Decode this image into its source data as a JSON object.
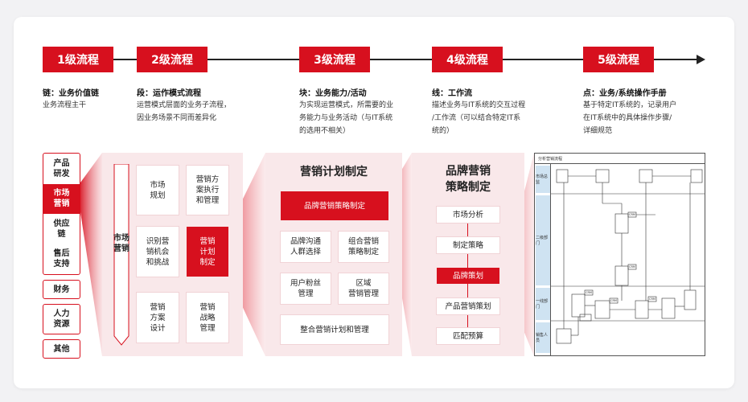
{
  "levels": [
    {
      "label": "1级流程",
      "title": "链：业务价值链",
      "desc": [
        "业务流程主干"
      ]
    },
    {
      "label": "2级流程",
      "title": "段：运作模式流程",
      "desc": [
        "运营模式层面的业务子流程，",
        "因业务场景不同而差异化"
      ]
    },
    {
      "label": "3级流程",
      "title": "块：业务能力/活动",
      "desc": [
        "为实现运营模式，所需要的业",
        "务能力与业务活动（与IT系统",
        "的选用不相关）"
      ]
    },
    {
      "label": "4级流程",
      "title": "线：工作流",
      "desc": [
        "描述业务与IT系统的交互过程",
        "/工作流（可以结合特定IT系",
        "统的）"
      ]
    },
    {
      "label": "5级流程",
      "title": "点：业务/系统操作手册",
      "desc": [
        "基于特定IT系统的，记录用户",
        "在IT系统中的具体操作步骤/",
        "详细规范"
      ]
    }
  ],
  "value_chain": {
    "group1": [
      "产品\n研发",
      "市场\n营销",
      "供应\n链",
      "售后\n支持"
    ],
    "group2": [
      "财务",
      "人力\n资源",
      "其他"
    ],
    "active": "市场\n营销"
  },
  "level2": {
    "vertical_label": "市场\n营销",
    "boxes": [
      "市场\n规划",
      "营销方\n案执行\n和管理",
      "识别营\n销机会\n和挑战",
      "营销\n计划\n制定",
      "营销\n方案\n设计",
      "营销\n战略\n管理"
    ],
    "active": "营销\n计划\n制定"
  },
  "level3": {
    "title": "营销计划制定",
    "active": "品牌营销策略制定",
    "boxes": [
      "品牌沟通\n人群选择",
      "组合营销\n策略制定",
      "用户粉丝\n管理",
      "区域\n营销管理"
    ],
    "bottom": "整合营销计划和管理"
  },
  "level4": {
    "title": "品牌营销\n策略制定",
    "steps": [
      "市场分析",
      "制定策略",
      "品牌策划",
      "产品营销策划",
      "匹配预算"
    ],
    "active": "品牌策划"
  },
  "level5": {
    "header": "分析营销流程",
    "lanes": [
      "市场总监",
      "二级部门",
      "一线部门",
      "销售人员"
    ],
    "tag": "CRM"
  },
  "colors": {
    "accent": "#d7101e",
    "panel": "#f9e8ea",
    "background": "#f2f2f4"
  }
}
